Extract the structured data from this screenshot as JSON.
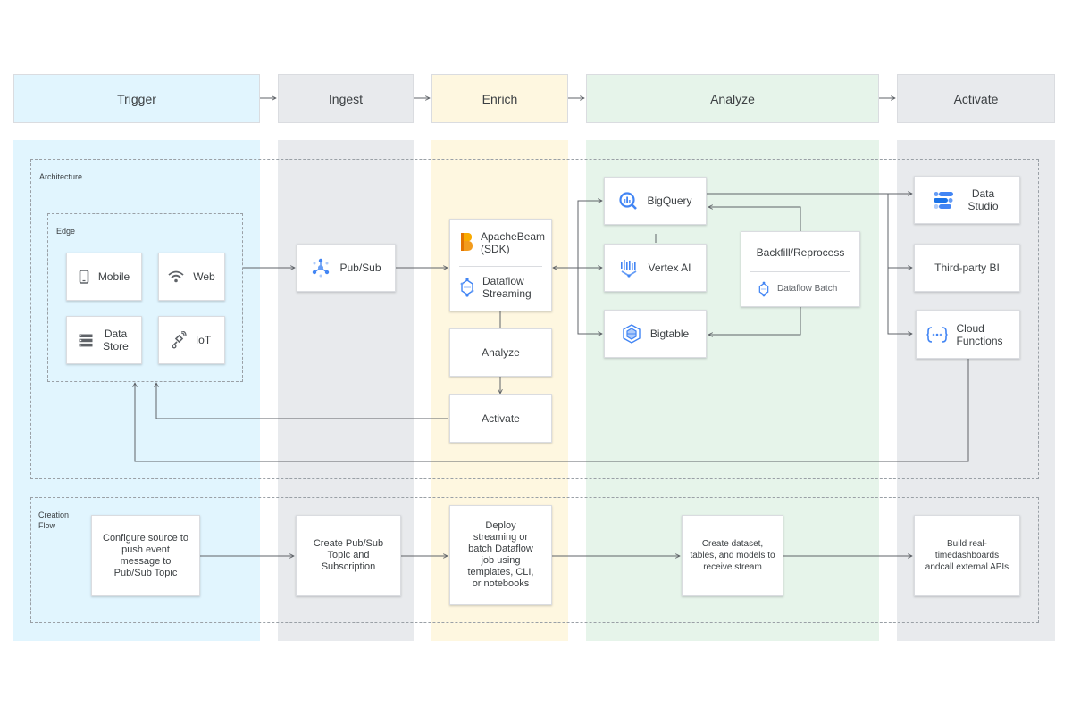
{
  "stages": [
    {
      "label": "Trigger",
      "color": "#e1f5fe"
    },
    {
      "label": "Ingest",
      "color": "#e8eaed"
    },
    {
      "label": "Enrich",
      "color": "#fef7e0"
    },
    {
      "label": "Analyze",
      "color": "#e6f4ea"
    },
    {
      "label": "Activate",
      "color": "#e8eaed"
    }
  ],
  "architecture": {
    "label": "Architecture",
    "edge": {
      "label": "Edge",
      "mobile": "Mobile",
      "web": "Web",
      "data_store": "Data Store",
      "iot": "IoT"
    },
    "pubsub": "Pub/Sub",
    "beam": "ApacheBeam (SDK)",
    "dataflow_streaming": "Dataflow Streaming",
    "analyze": "Analyze",
    "activate": "Activate",
    "bigquery": "BigQuery",
    "vertex_ai": "Vertex AI",
    "bigtable": "Bigtable",
    "backfill": "Backfill/Reprocess",
    "dataflow_batch": "Dataflow Batch",
    "data_studio": "Data Studio",
    "third_party_bi": "Third-party BI",
    "cloud_functions": "Cloud Functions"
  },
  "creation_flow": {
    "label": "Creation Flow",
    "step1": "Configure source to push event message to Pub/Sub Topic",
    "step2": "Create Pub/Sub Topic and Subscription",
    "step3": "Deploy streaming or batch Dataflow job using templates, CLI, or notebooks",
    "step4": "Create dataset, tables, and models to receive stream",
    "step5": "Build real-timedashboards andcall external APIs"
  },
  "icons": [
    "mobile-icon",
    "wifi-icon",
    "data-store-icon",
    "iot-icon",
    "pubsub-icon",
    "apache-beam-icon",
    "dataflow-icon",
    "bigquery-icon",
    "vertex-ai-icon",
    "bigtable-icon",
    "data-studio-icon",
    "cloud-functions-icon"
  ],
  "colors": {
    "trigger_bg": "#e1f5fe",
    "grey_bg": "#e8eaed",
    "enrich_bg": "#fef7e0",
    "analyze_bg": "#e6f4ea",
    "google_blue": "#4285f4",
    "beam_orange": "#f29b1d"
  }
}
